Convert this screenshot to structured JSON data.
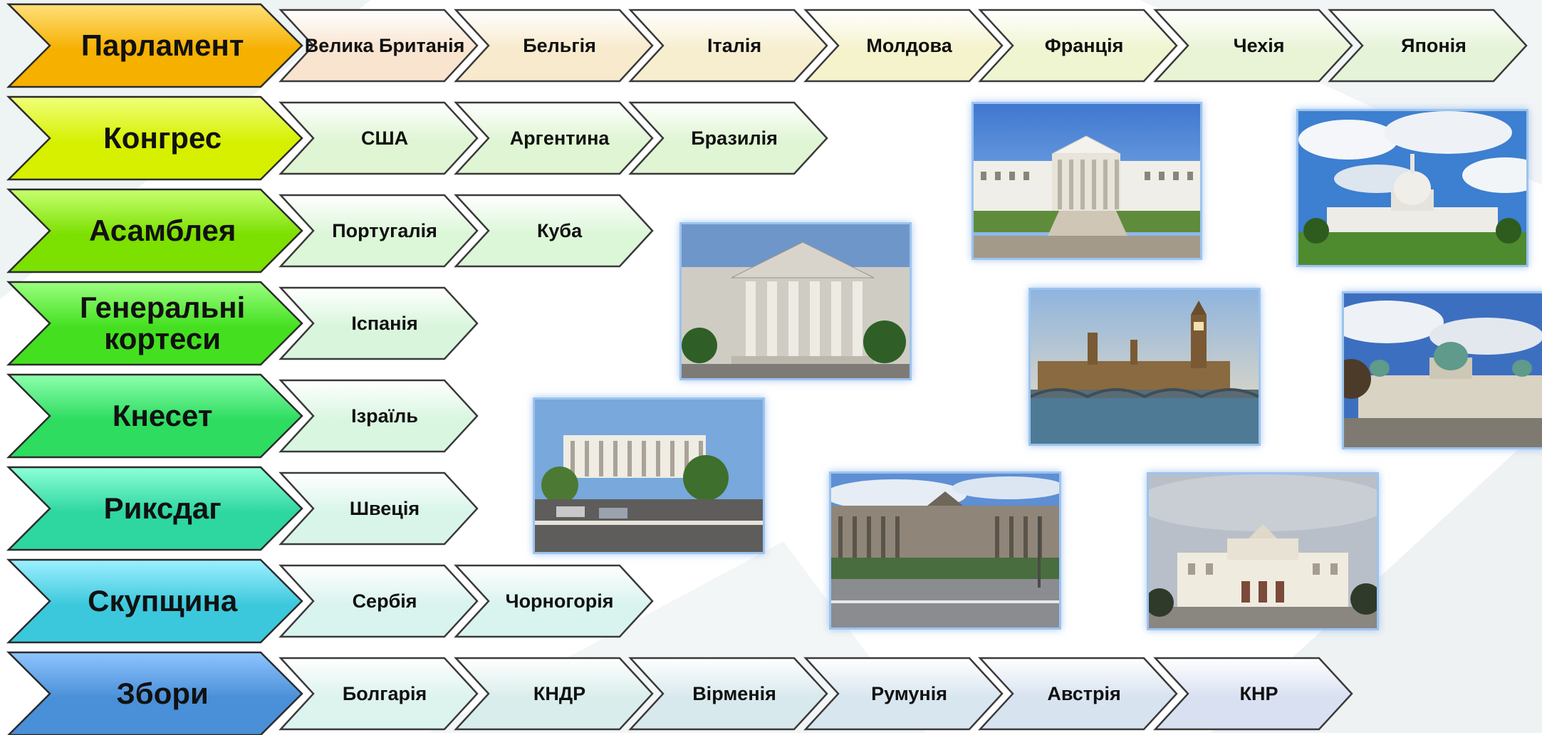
{
  "rows": [
    {
      "name": "Парламент",
      "color": "#f6b000",
      "light": "#ffe07a",
      "countries": [
        "Велика Британія",
        "Бельгія",
        "Італія",
        "Молдова",
        "Франція",
        "Чехія",
        "Японія"
      ],
      "country_colors": [
        "#f9e4cf",
        "#f8eacc",
        "#f7eed0",
        "#f5f3cc",
        "#eef5d0",
        "#e9f4d6",
        "#e5f3d8"
      ]
    },
    {
      "name": "Конгрес",
      "color": "#d6f000",
      "light": "#f0ff7a",
      "countries": [
        "США",
        "Аргентина",
        "Бразилія"
      ],
      "country_colors": [
        "#dff5d3",
        "#dff5d3",
        "#dff5d3"
      ]
    },
    {
      "name": "Асамблея",
      "color": "#7ce000",
      "light": "#c6ff70",
      "countries": [
        "Португалія",
        "Куба"
      ],
      "country_colors": [
        "#dcf6d8",
        "#dcf6d8"
      ]
    },
    {
      "name": "Генеральні кортеси",
      "color": "#44e020",
      "light": "#9bff80",
      "countries": [
        "Іспанія"
      ],
      "country_colors": [
        "#d9f6dc"
      ]
    },
    {
      "name": "Кнесет",
      "color": "#2edc60",
      "light": "#8dffad",
      "countries": [
        "Ізраїль"
      ],
      "country_colors": [
        "#d9f6e0"
      ]
    },
    {
      "name": "Риксдаг",
      "color": "#2ed6a0",
      "light": "#8dffd8",
      "countries": [
        "Швеція"
      ],
      "country_colors": [
        "#d9f5ea"
      ]
    },
    {
      "name": "Скупщина",
      "color": "#3cc8dc",
      "light": "#9ef0ff",
      "countries": [
        "Сербія",
        "Чорногорія"
      ],
      "country_colors": [
        "#d9f3ee",
        "#d9f3ee"
      ]
    },
    {
      "name": "Збори",
      "color": "#4a90d8",
      "light": "#8fc4ff",
      "countries": [
        "Болгарія",
        "КНДР",
        "Вірменія",
        "Румунія",
        "Австрія",
        "КНР"
      ],
      "country_colors": [
        "#dcf3ee",
        "#d9eeec",
        "#d8e9ee",
        "#d8e6f0",
        "#d8e3f0",
        "#d9e0f2"
      ]
    }
  ],
  "photos": [
    {
      "name": "portugal-assembly-photo",
      "subject": "assembly-building"
    },
    {
      "name": "us-capitol-photo",
      "subject": "capitol"
    },
    {
      "name": "spain-cortes-photo",
      "subject": "classical-columns"
    },
    {
      "name": "uk-parliament-photo",
      "subject": "westminster"
    },
    {
      "name": "serbia-assembly-photo",
      "subject": "domed-building"
    },
    {
      "name": "israel-knesset-photo",
      "subject": "knesset"
    },
    {
      "name": "sweden-riksdag-photo",
      "subject": "riksdag"
    },
    {
      "name": "bulgaria-assembly-photo",
      "subject": "national-assembly"
    }
  ]
}
